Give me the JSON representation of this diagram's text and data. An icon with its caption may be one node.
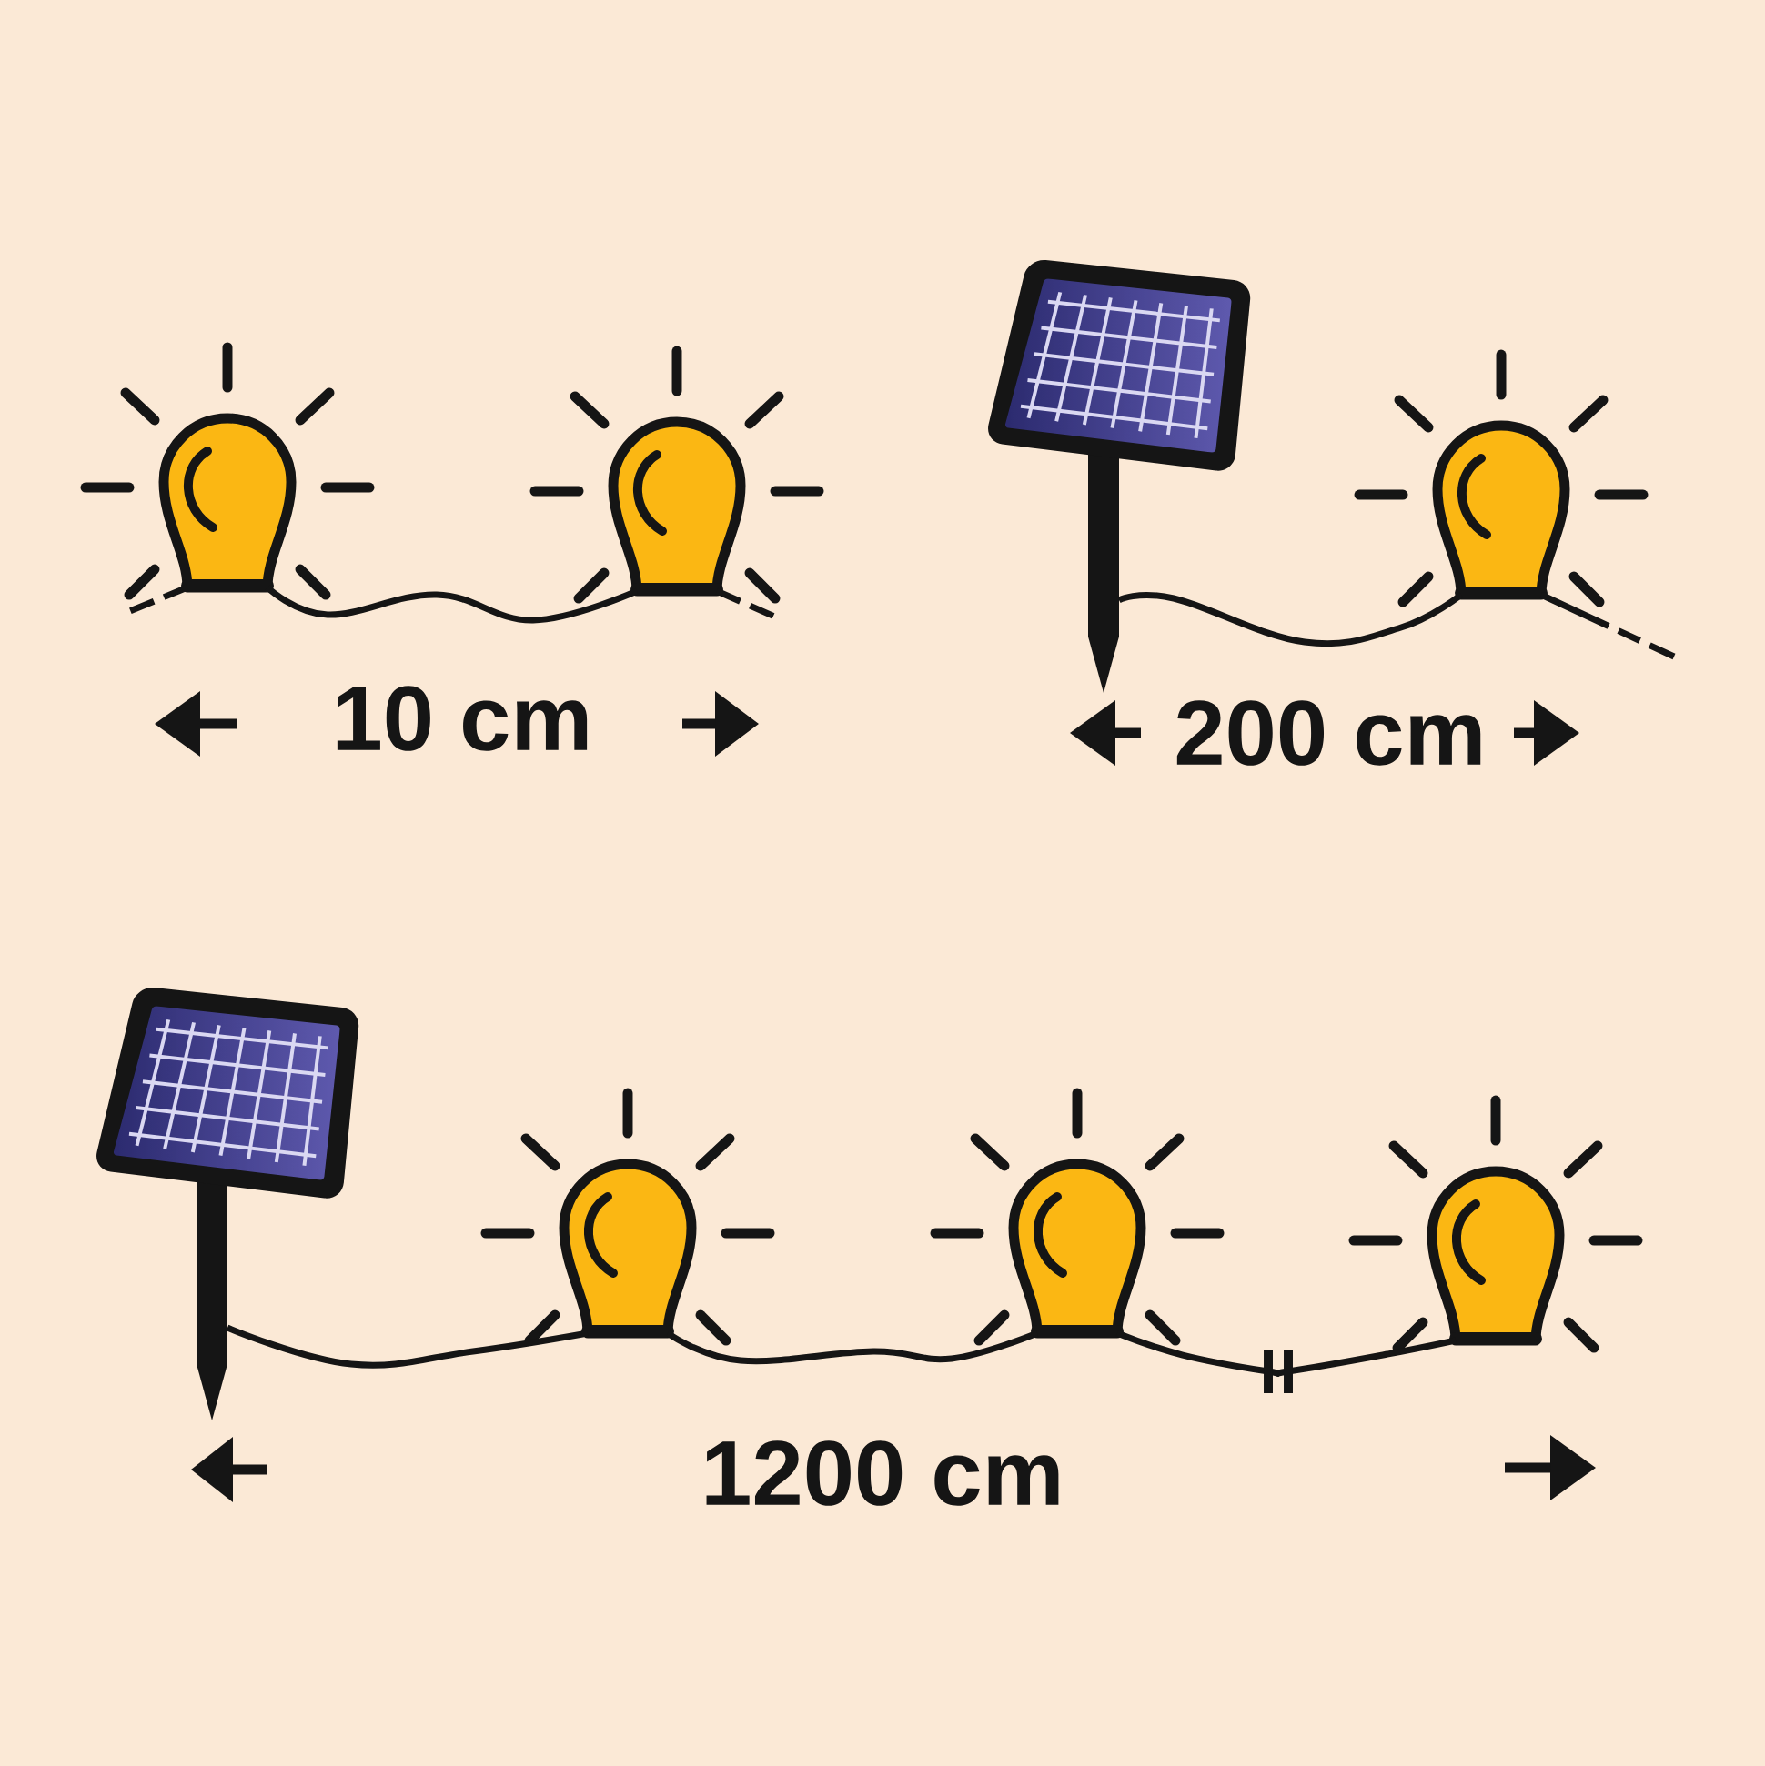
{
  "diagram": {
    "nodes": [
      {
        "text": [],
        "shape": "picture"
      },
      {
        "text": [],
        "shape": "picture"
      },
      {
        "text": [],
        "shape": "picture"
      },
      {
        "text": [],
        "shape": "picture"
      },
      {
        "text": [],
        "shape": "picture"
      },
      {
        "text": [],
        "shape": "picture"
      },
      {
        "text": [],
        "shape": "picture"
      },
      {
        "text": [],
        "shape": "picture"
      }
    ],
    "edges": [
      {
        "from": 0,
        "to": 1,
        "arrow": "none"
      },
      {
        "from": 0,
        "to": null,
        "arrow": "none",
        "style": "dashed"
      },
      {
        "from": 1,
        "to": null,
        "arrow": "none",
        "style": "dashed"
      },
      {
        "from": 2,
        "to": 3,
        "arrow": "none"
      },
      {
        "from": 3,
        "to": null,
        "arrow": "none",
        "style": "dashed"
      },
      {
        "from": 4,
        "to": 5,
        "arrow": "none"
      },
      {
        "from": 5,
        "to": 6,
        "arrow": "none"
      },
      {
        "from": 6,
        "to": 7,
        "arrow": "none"
      }
    ],
    "labels": [
      "10 cm",
      "200 cm",
      "1200 cm"
    ]
  }
}
